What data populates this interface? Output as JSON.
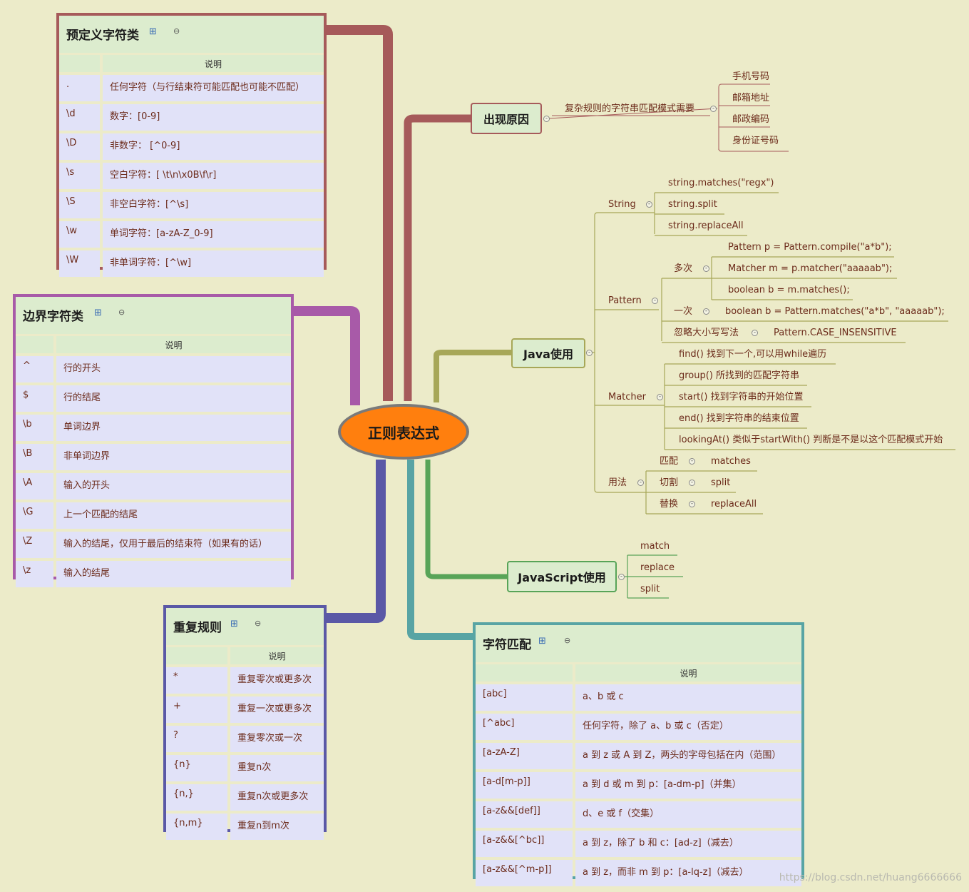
{
  "center": "正则表达式",
  "watermark": "https://blog.csdn.net/huang6666666",
  "colors": {
    "predefined": "#a65a5a",
    "boundary": "#a85aa8",
    "repeat": "#5a58a6",
    "charmatch": "#58a4a4",
    "java": "#a7a758",
    "javascript": "#58a458",
    "reason": "#a65a5a"
  },
  "icons": {
    "table_icon": "table-icon",
    "collapse": "minus-circle-icon"
  },
  "predefined": {
    "title": "预定义字符类",
    "header": "说明",
    "rows": [
      [
        ".",
        "任何字符（与行结束符可能匹配也可能不匹配）"
      ],
      [
        "\\d",
        "数字：[0-9]"
      ],
      [
        "\\D",
        "非数字： [^0-9]"
      ],
      [
        "\\s",
        " 空白字符：[ \\t\\n\\x0B\\f\\r]"
      ],
      [
        "\\S",
        "非空白字符：[^\\s]"
      ],
      [
        "\\w",
        "单词字符：[a-zA-Z_0-9]"
      ],
      [
        "\\W",
        "非单词字符：[^\\w]"
      ]
    ]
  },
  "boundary": {
    "title": "边界字符类",
    "header": "说明",
    "rows": [
      [
        "^",
        "行的开头"
      ],
      [
        "$",
        " 行的结尾"
      ],
      [
        "\\b",
        "单词边界"
      ],
      [
        "\\B",
        "非单词边界"
      ],
      [
        "\\A",
        " 输入的开头"
      ],
      [
        "\\G",
        "上一个匹配的结尾"
      ],
      [
        "\\Z",
        " 输入的结尾，仅用于最后的结束符（如果有的话）"
      ],
      [
        "\\z",
        "输入的结尾"
      ]
    ]
  },
  "repeat": {
    "title": "重复规则",
    "header": "说明",
    "rows": [
      [
        "*",
        "重复零次或更多次"
      ],
      [
        "+",
        "重复一次或更多次"
      ],
      [
        "?",
        "重复零次或一次"
      ],
      [
        "{n}",
        "重复n次"
      ],
      [
        "{n,}",
        "重复n次或更多次"
      ],
      [
        "{n,m}",
        "重复n到m次"
      ]
    ]
  },
  "charmatch": {
    "title": "字符匹配",
    "header": "说明",
    "rows": [
      [
        "[abc]",
        "a、b 或 c"
      ],
      [
        "[^abc]",
        "任何字符，除了 a、b 或 c（否定）"
      ],
      [
        "[a-zA-Z]",
        " a 到 z 或 A 到 Z，两头的字母包括在内（范围）"
      ],
      [
        "[a-d[m-p]]",
        "a 到 d 或 m 到 p：[a-dm-p]（并集）"
      ],
      [
        "[a-z&&[def]]",
        "d、e 或 f（交集）"
      ],
      [
        "[a-z&&[^bc]]",
        "a 到 z，除了 b 和 c：[ad-z]（减去）"
      ],
      [
        "[a-z&&[^m-p]]",
        "a 到 z，而非 m 到 p：[a-lq-z]（减去）"
      ]
    ]
  },
  "reason": {
    "title": "出现原因",
    "sub": "复杂规则的字符串匹配模式需要",
    "items": [
      "手机号码",
      "邮箱地址",
      "邮政编码",
      "身份证号码"
    ]
  },
  "java": {
    "title": "Java使用",
    "string": {
      "label": "String",
      "items": [
        "string.matches(\"regx\")",
        "string.split",
        "string.replaceAll"
      ]
    },
    "pattern": {
      "label": "Pattern",
      "multi_label": "多次",
      "multi": [
        "Pattern p = Pattern.compile(\"a*b\");",
        "Matcher m = p.matcher(\"aaaaab\");",
        "boolean b = m.matches();"
      ],
      "once_label": "一次",
      "once": "boolean b = Pattern.matches(\"a*b\", \"aaaaab\");",
      "ignore_label": "忽略大小写写法",
      "ignore": "Pattern.CASE_INSENSITIVE"
    },
    "matcher": {
      "label": "Matcher",
      "items": [
        "find() 找到下一个,可以用while遍历",
        "group() 所找到的匹配字符串",
        "start() 找到字符串的开始位置",
        "end() 找到字符串的结束位置",
        "lookingAt() 类似于startWith() 判断是不是以这个匹配模式开始"
      ]
    },
    "usage": {
      "label": "用法",
      "rows": [
        [
          "匹配",
          "matches"
        ],
        [
          "切割",
          "split"
        ],
        [
          "替换",
          "replaceAll"
        ]
      ]
    }
  },
  "javascript": {
    "title": "JavaScript使用",
    "items": [
      "match",
      "replace",
      "split"
    ]
  }
}
